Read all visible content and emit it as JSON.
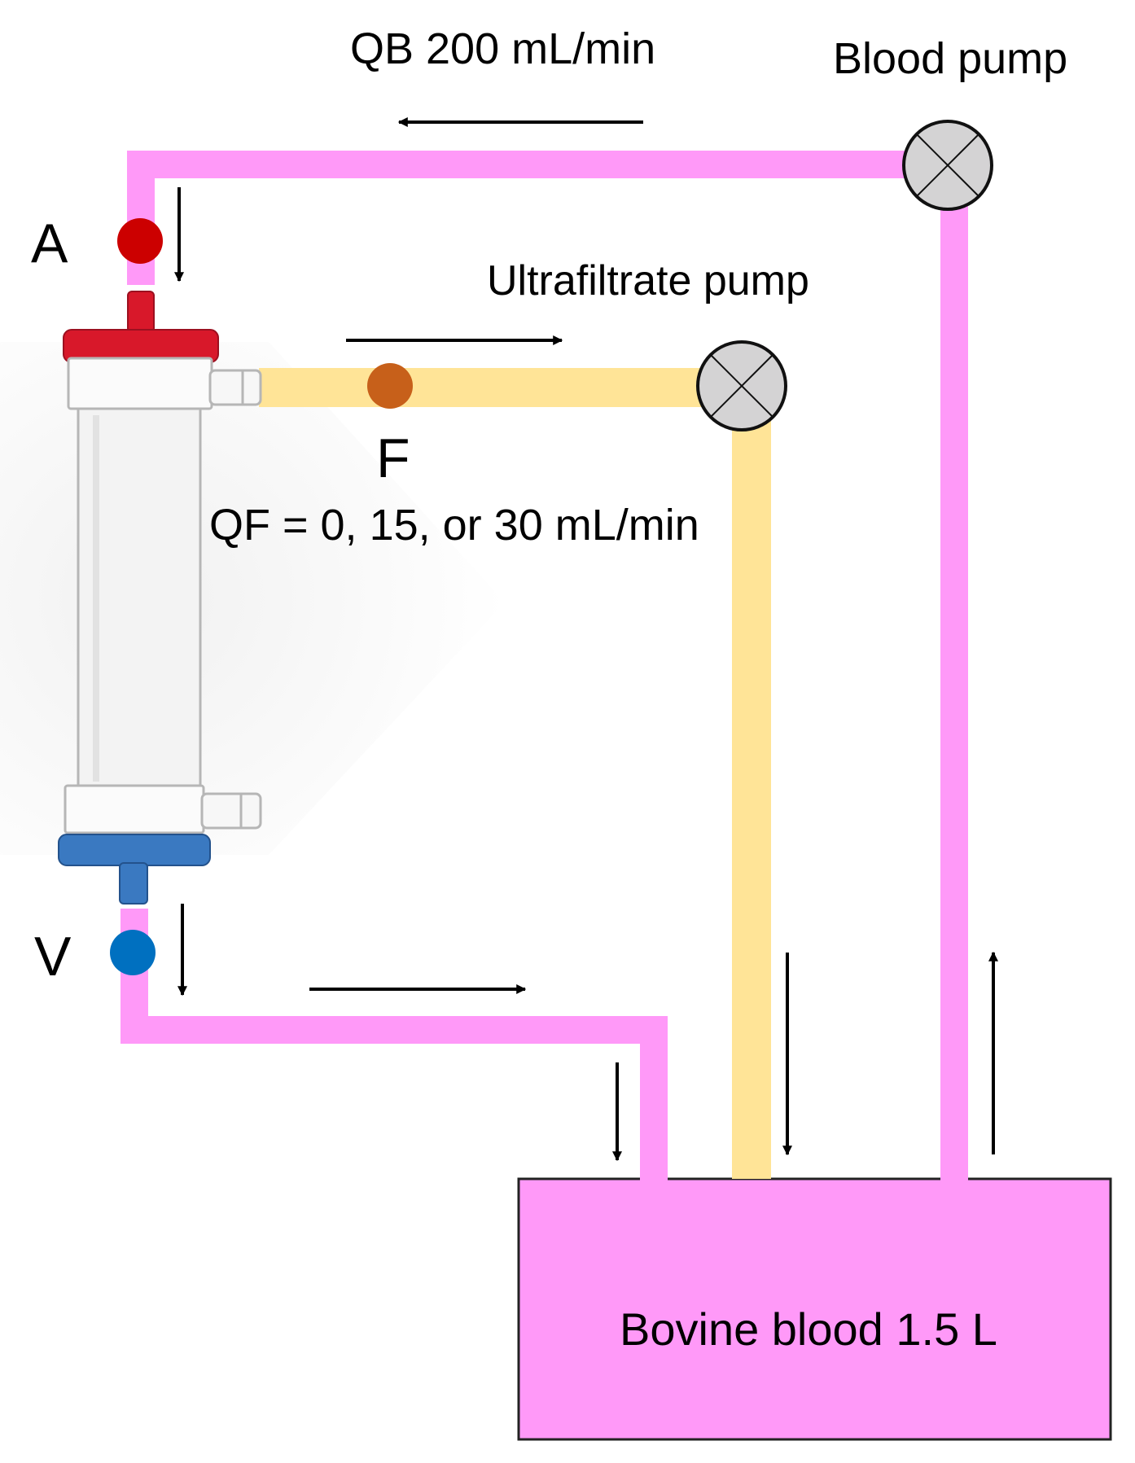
{
  "labels": {
    "blood_flow": "QB 200 mL/min",
    "blood_pump": "Blood pump",
    "ultrafiltrate_pump": "Ultrafiltrate pump",
    "filtrate_flow": "QF = 0, 15, or 30 mL/min",
    "port_a": "A",
    "port_f": "F",
    "port_v": "V",
    "reservoir": "Bovine blood 1.5 L"
  },
  "colors": {
    "blood_line": "#ff99f8",
    "filtrate_line": "#ffe497",
    "reservoir_fill": "#ff99f8",
    "pump_fill": "#d4d3d4",
    "port_a": "#cc0000",
    "port_f": "#c7601a",
    "port_v": "#0070c0",
    "cap_red": "#d8182a",
    "cap_blue": "#3a79c1"
  },
  "icons": {
    "blood_pump": "pump-icon",
    "ultrafiltrate_pump": "pump-icon",
    "dialyzer": "hemofilter-icon"
  }
}
